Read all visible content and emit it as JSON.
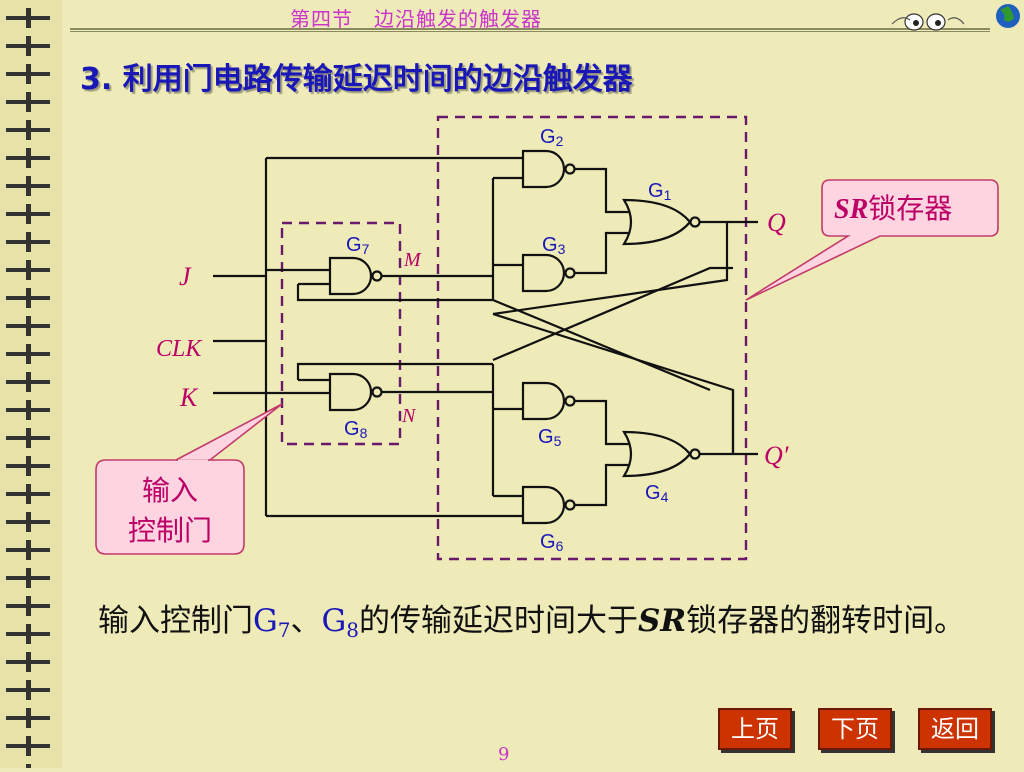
{
  "header": {
    "title": "第四节　边沿触发的触发器"
  },
  "heading": "3. 利用门电路传输延迟时间的边沿触发器",
  "gates": {
    "g1": "G",
    "g1_sub": "1",
    "g2": "G",
    "g2_sub": "2",
    "g3": "G",
    "g3_sub": "3",
    "g4": "G",
    "g4_sub": "4",
    "g5": "G",
    "g5_sub": "5",
    "g6": "G",
    "g6_sub": "6",
    "g7": "G",
    "g7_sub": "7",
    "g8": "G",
    "g8_sub": "8"
  },
  "signals": {
    "j": "J",
    "k": "K",
    "clk": "CLK",
    "m": "M",
    "n": "N",
    "q": "Q",
    "q_bar": "Q′"
  },
  "callouts": {
    "sr_italic": "SR",
    "sr_rest": "锁存器",
    "input_line1": "输入",
    "input_line2": "控制门"
  },
  "description": {
    "part1": "输入控制门",
    "g": "G",
    "sub7": "7",
    "sep": "、",
    "sub8": "8",
    "part2": "的传输延迟时间大于",
    "sr": "SR",
    "part3": "锁存器的翻转时间。"
  },
  "nav": {
    "prev": "上页",
    "next": "下页",
    "back": "返回"
  },
  "page_number": "9",
  "colors": {
    "background": "#eeebb8",
    "heading": "#1a17b8",
    "header_title": "#cc33cc",
    "label_magenta": "#bb0066",
    "dashed_box": "#6a1a6a",
    "callout_fill": "#fdd4e0",
    "button": "#cc3300"
  }
}
